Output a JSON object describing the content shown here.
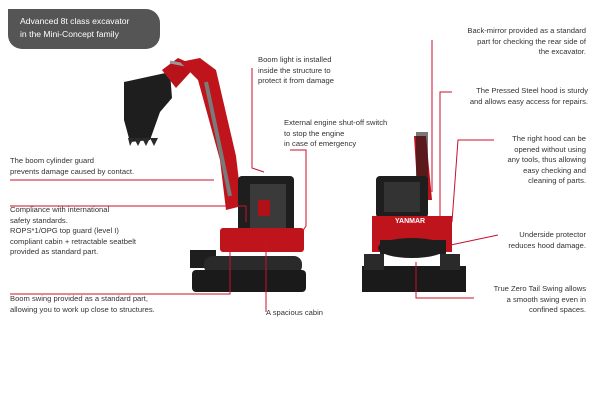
{
  "header": {
    "line1": "Advanced 8t class excavator",
    "line2": "in the Mini-Concept family"
  },
  "left_callouts": {
    "boom_light": [
      "Boom light is installed",
      "inside the structure to",
      "protect it from damage"
    ],
    "boom_cylinder": [
      "The boom cylinder guard",
      "prevents damage caused by contact."
    ],
    "compliance": [
      "Compliance with international",
      "safety standards.",
      "ROPS*1/OPG top guard (level I)",
      "compliant cabin + retractable seatbelt",
      "provided as standard part."
    ],
    "engine_switch": [
      "External engine shut-off switch",
      "to stop the engine",
      "in case of emergency"
    ],
    "boom_swing": [
      "Boom swing provided as a standard part,",
      "allowing you to work up close to structures."
    ],
    "cabin": "A spacious cabin"
  },
  "right_callouts": {
    "mirror": [
      "Back-mirror provided as a standard",
      "part for checking the rear side of",
      "the excavator."
    ],
    "hood": [
      "The Pressed Steel hood is sturdy",
      "and allows easy access for repairs."
    ],
    "right_hood": [
      "The right hood can be",
      "opened without using",
      "any tools, thus allowing",
      "easy checking and",
      "cleaning of parts."
    ],
    "protector": [
      "Underside protector",
      "reduces hood damage."
    ],
    "tail_swing": [
      "True Zero Tail Swing allows",
      "a smooth swing even in",
      "confined spaces."
    ]
  },
  "brand": "YANMAR",
  "colors": {
    "accent": "#c8102e",
    "badge": "#555555",
    "body_red": "#c0141c",
    "dark": "#1e1e1e"
  }
}
